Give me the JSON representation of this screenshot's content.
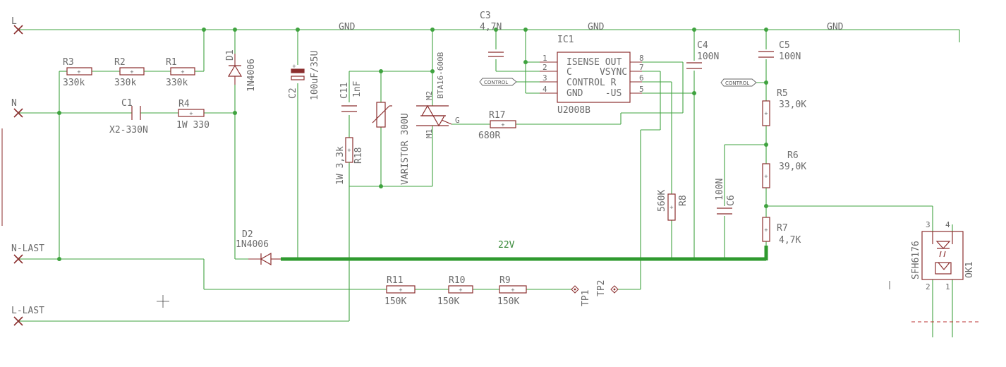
{
  "nets": {
    "gnd_1": "GND",
    "gnd_2": "GND",
    "gnd_3": "GND",
    "v22": "22V"
  },
  "terminals": {
    "l": "L",
    "n": "N",
    "n_last": "N-LAST",
    "l_last": "L-LAST"
  },
  "components": {
    "r3": {
      "name": "R3",
      "value": "330k"
    },
    "r2": {
      "name": "R2",
      "value": "330k"
    },
    "r1": {
      "name": "R1",
      "value": "330k"
    },
    "r4": {
      "name": "R4",
      "value": "1W 330"
    },
    "c1": {
      "name": "C1",
      "value": "X2-330N"
    },
    "d1": {
      "name": "D1",
      "value": "1N4006"
    },
    "d2": {
      "name": "D2",
      "value": "1N4006"
    },
    "c2": {
      "name": "C2",
      "value": "100uF/35U"
    },
    "c11": {
      "name": "C11",
      "value": "1nF"
    },
    "r18": {
      "name": "R18",
      "value": "1W 3,3k"
    },
    "varistor": {
      "name": "VARISTOR 300U"
    },
    "triac": {
      "name": "BTA16-600B",
      "m1": "M1",
      "m2": "M2",
      "g": "G"
    },
    "r17": {
      "name": "R17",
      "value": "680R"
    },
    "c3": {
      "name": "C3",
      "value": "4,7N"
    },
    "ic1": {
      "name": "IC1",
      "part": "U2008B",
      "pins_left": [
        "1",
        "2",
        "3",
        "4"
      ],
      "pins_right": [
        "8",
        "7",
        "6",
        "5"
      ],
      "line1": "ISENSE OUT",
      "line2": "C     VSYNC",
      "line3": "CONTROL R",
      "line4": "GND    -US"
    },
    "c4": {
      "name": "C4",
      "value": "100N"
    },
    "c5": {
      "name": "C5",
      "value": "100N"
    },
    "r8": {
      "name": "R8",
      "value": "560K"
    },
    "c6": {
      "name": "C6",
      "value": "100N"
    },
    "r5": {
      "name": "R5",
      "value": "33,0K"
    },
    "r6": {
      "name": "R6",
      "value": "39,0K"
    },
    "r7": {
      "name": "R7",
      "value": "4,7K"
    },
    "r11": {
      "name": "R11",
      "value": "150K"
    },
    "r10": {
      "name": "R10",
      "value": "150K"
    },
    "r9": {
      "name": "R9",
      "value": "150K"
    },
    "tp1": {
      "name": "TP1"
    },
    "tp2": {
      "name": "TP2"
    },
    "ok1": {
      "name": "OK1",
      "part": "SFH6176",
      "pin1": "1",
      "pin2": "2",
      "pin3": "3",
      "pin4": "4"
    }
  },
  "net_labels": {
    "control_1": "CONTROL",
    "control_2": "CONTROL"
  },
  "colors": {
    "wire": "#3fa33f",
    "bus": "#2f9a2f",
    "part": "#8b2e2e",
    "text": "#6b6b6b"
  }
}
